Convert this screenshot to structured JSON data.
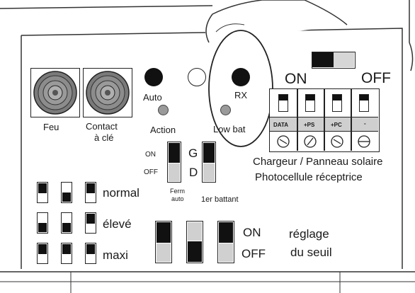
{
  "connectors": {
    "feu": "Feu",
    "contact_line1": "Contact",
    "contact_line2": "à clé"
  },
  "leds": {
    "auto": "Auto",
    "rx": "RX",
    "action": "Action",
    "low_bat": "Low bat"
  },
  "slide_switch": {
    "on": "ON",
    "off": "OFF"
  },
  "terminal_block": {
    "labels": [
      "DATA",
      "+PS",
      "+PC",
      "-"
    ],
    "caption_line1": "Chargeur / Panneau solaire",
    "caption_line2": "Photocellule réceptrice"
  },
  "dip_ferm": {
    "on": "ON",
    "off": "OFF",
    "g": "G",
    "d": "D",
    "caption_line1": "Ferm",
    "caption_line2": "auto",
    "battant_caption": "1er battant"
  },
  "sensitivity": {
    "rows": [
      "normal",
      "élevé",
      "maxi"
    ]
  },
  "threshold": {
    "on": "ON",
    "off": "OFF",
    "caption_line1": "réglage",
    "caption_line2": "du seuil"
  }
}
